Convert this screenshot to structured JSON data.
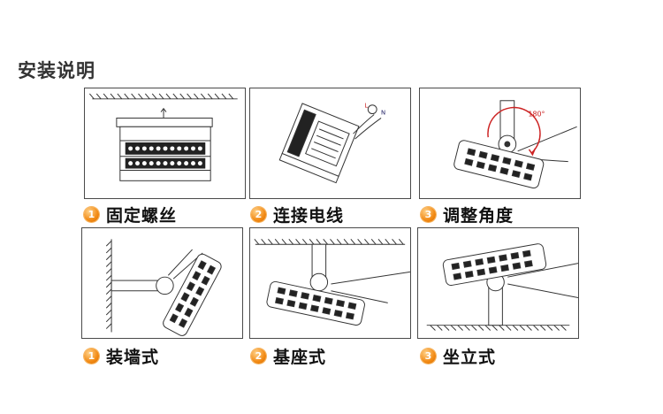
{
  "title": "安装说明",
  "steps_top": [
    {
      "number": "1",
      "label": "固定螺丝"
    },
    {
      "number": "2",
      "label": "连接电线"
    },
    {
      "number": "3",
      "label": "调整角度"
    }
  ],
  "steps_bottom": [
    {
      "number": "1",
      "label": "装墙式"
    },
    {
      "number": "2",
      "label": "基座式"
    },
    {
      "number": "3",
      "label": "坐立式"
    }
  ],
  "annotations": {
    "angle": "180°",
    "wire_l": "L",
    "wire_n": "N"
  },
  "colors": {
    "badge": "#f28a14",
    "line": "#333333"
  }
}
